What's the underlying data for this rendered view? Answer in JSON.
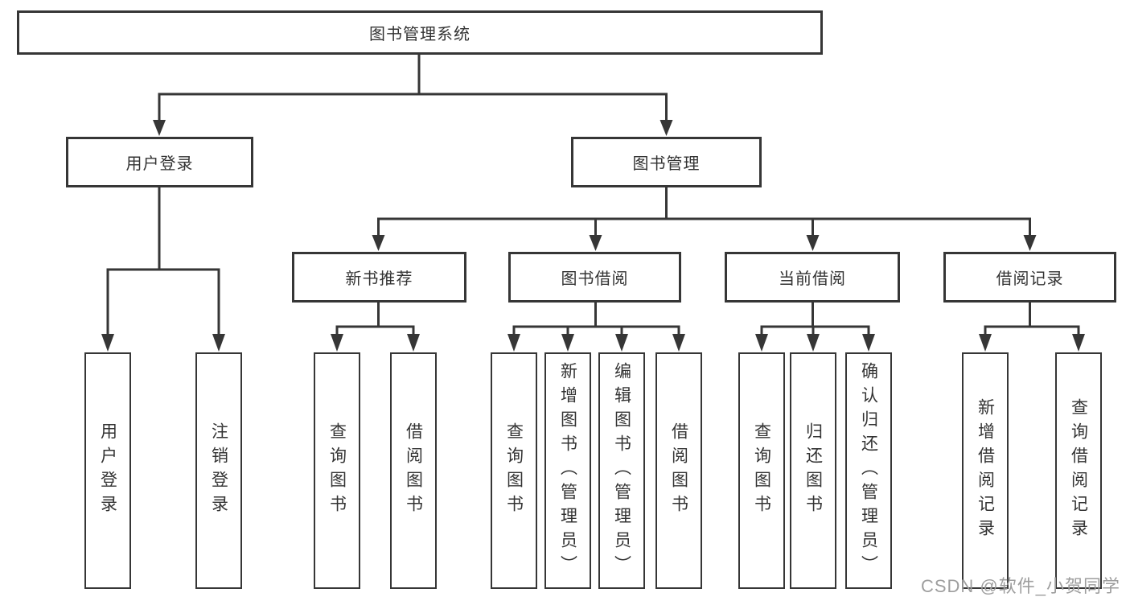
{
  "nodes": {
    "root": "图书管理系统",
    "level2": {
      "user_login": "用户登录",
      "book_mgmt": "图书管理"
    },
    "level3": {
      "new_books": "新书推荐",
      "book_borrow": "图书借阅",
      "current_borrow": "当前借阅",
      "borrow_records": "借阅记录"
    },
    "leaves": {
      "user_login": [
        "用户登录",
        "注销登录"
      ],
      "new_books": [
        "查询图书",
        "借阅图书"
      ],
      "book_borrow": [
        "查询图书",
        "新增图书（管理员）",
        "编辑图书（管理员）",
        "借阅图书"
      ],
      "current_borrow": [
        "查询图书",
        "归还图书",
        "确认归还（管理员）"
      ],
      "borrow_records": [
        "新增借阅记录",
        "查询借阅记录"
      ]
    }
  },
  "watermark": "CSDN @软件_小贺同学",
  "colors": {
    "line": "#363636",
    "text": "#333333",
    "watermark": "#9e9e9e",
    "background": "#ffffff"
  }
}
